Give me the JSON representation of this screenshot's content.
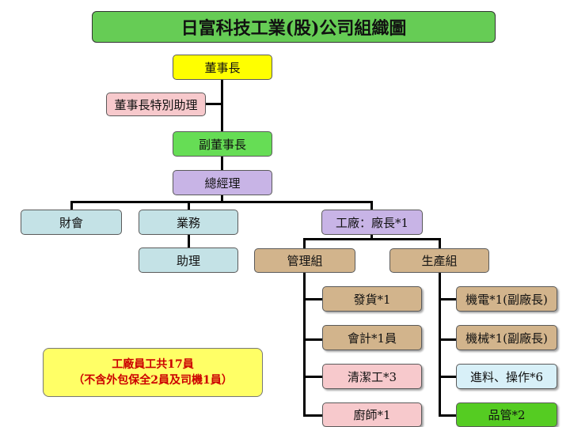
{
  "title": "日富科技工業(股)公司組織圖",
  "nodes": {
    "chairman": "董事長",
    "chairman_special_assistant": "董事長特別助理",
    "vice_chairman": "副董事長",
    "general_manager": "總經理",
    "finance": "財會",
    "sales": "業務",
    "sales_assistant": "助理",
    "factory": "工廠：廠長*1",
    "management_group": "管理組",
    "production_group": "生產組",
    "shipping": "發貨*1",
    "accounting": "會計*1員",
    "cleaning": "清潔工*3",
    "cook": "廚師*1",
    "electrical": "機電*1(副廠長)",
    "machinery": "機械*1(副廠長)",
    "feeding_operation": "進料、操作*6",
    "quality_control": "品管*2"
  },
  "summary": {
    "line1": "工廠員工共17員",
    "line2": "（不含外包保全2員及司機1員）"
  }
}
